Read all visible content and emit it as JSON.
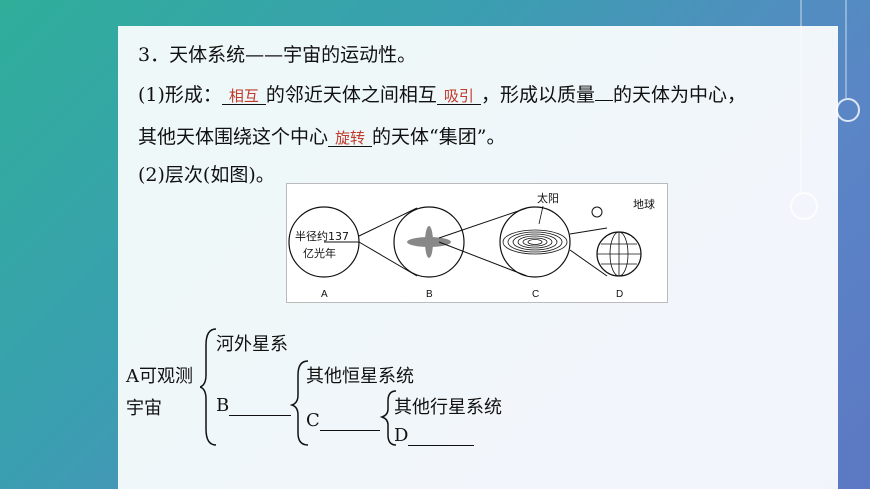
{
  "section": {
    "title_line": "3．天体系统——宇宙的运动性。",
    "formation": {
      "prefix": "(1)形成：",
      "blank1_hint": "相互",
      "mid1": "的邻近天体之间相互",
      "blank2_hint": "吸引",
      "mid2": "，形成以质量",
      "mid3": "的天体为中心，",
      "line2_prefix": "其他天体围绕这个中心",
      "blank4_hint": "旋转",
      "line2_suffix": "的天体“集团”。"
    },
    "levels_line": "(2)层次(如图)。"
  },
  "figure": {
    "radius_text_1": "半径约137",
    "radius_text_2": "亿光年",
    "label_sun": "太阳",
    "label_earth": "地球",
    "labels": [
      "A",
      "B",
      "C",
      "D"
    ]
  },
  "tree": {
    "root_1": "A可观测",
    "root_2": "宇宙",
    "branch_outer": "河外星系",
    "branch_b": "B",
    "branch_b_other": "其他恒星系统",
    "branch_c": "C",
    "branch_c_other": "其他行星系统",
    "branch_d": "D"
  },
  "colors": {
    "accent_red": "#c0392b",
    "bg_start": "#2fae9a",
    "bg_end": "#5c78c4"
  }
}
